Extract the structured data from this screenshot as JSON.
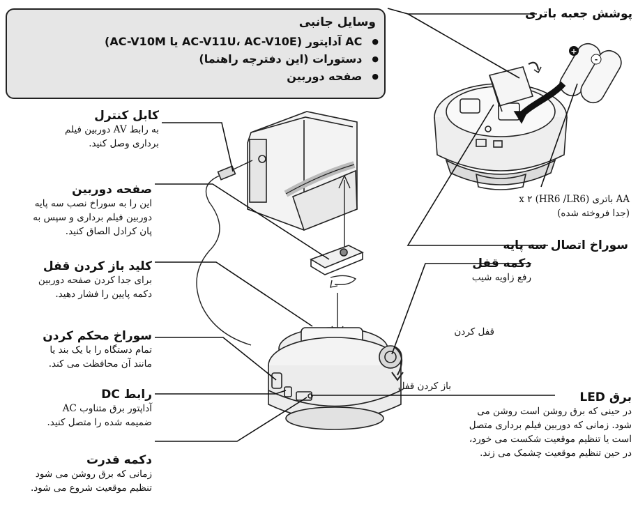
{
  "accessories": {
    "title": "وسایل جانبی",
    "items": [
      "AC آداپتور (AC-V11U، AC-V10E یا AC-V10M)",
      "دستورات (این دفترچه راهنما)",
      "صفحه دوربین"
    ]
  },
  "labels": {
    "battery_cover": {
      "title": "پوشش جعبه باتری"
    },
    "batteries": {
      "lines": [
        "AA باتری (HR6 /LR6) x ۲",
        "(جدا فروخته شده)"
      ]
    },
    "tripod_hole": {
      "title": "سوراخ اتصال سه پایه"
    },
    "lock_button": {
      "title": "دکمه قفل",
      "lines": [
        "رفع زاویه شیب"
      ]
    },
    "lock_text": "قفل کردن",
    "unlock_text": "باز کردن قفل",
    "led": {
      "title": "برق LED",
      "lines": [
        "در حینی که برق روشن است روشن می",
        "شود. زمانی که دوربین فیلم برداری متصل",
        "است یا تنظیم موقعیت شکست می خورد،",
        "در حین تنظیم موقعیت چشمک می زند."
      ]
    },
    "control_cable": {
      "title": "کابل کنترل",
      "lines": [
        "به رابط AV دوربین فیلم",
        "برداری وصل کنید."
      ]
    },
    "camera_plate": {
      "title": "صفحه دوربین",
      "lines": [
        "این را به سوراخ نصب سه پایه",
        "دوربین فیلم برداری و سپس به",
        "پان کرادل الصاق کنید."
      ]
    },
    "release_key": {
      "title": "کلید باز کردن قفل",
      "lines": [
        "برای جدا کردن صفحه دوربین",
        "دکمه پایین را فشار دهید."
      ]
    },
    "security_hole": {
      "title": "سوراخ محکم کردن",
      "lines": [
        "تمام دستگاه را با یک بند یا",
        "مانند آن محافظت می کند."
      ]
    },
    "dc_jack": {
      "title": "رابط DC",
      "lines": [
        "آداپتور برق متناوب AC",
        "ضمیمه شده را متصل کنید."
      ]
    },
    "power_button": {
      "title": "دکمه قدرت",
      "lines": [
        "زمانی که برق روشن می شود",
        "تنظیم موقعیت شروع می شود."
      ]
    }
  },
  "battery_marks": [
    "+",
    "-"
  ]
}
